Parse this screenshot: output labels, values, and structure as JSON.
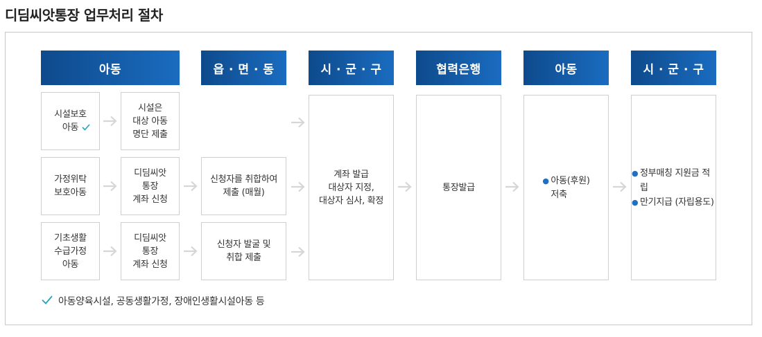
{
  "page_title": "디딤씨앗통장 업무처리 절차",
  "headers": [
    "아동",
    "읍 · 면 · 동",
    "시 · 군 · 구",
    "협력은행",
    "아동",
    "시 · 군 · 구"
  ],
  "col1": {
    "row1": "시설보호\n아동",
    "row2": "가정위탁\n보호아동",
    "row3": "기초생활\n수급가정\n아동"
  },
  "col2": {
    "row1": "시설은\n대상 아동\n명단 제출",
    "row2": "디딤씨앗\n통장\n계좌 신청",
    "row3": "디딤씨앗\n통장\n계좌 신청"
  },
  "col3": {
    "row2": "신청자를 취합하여\n제출 (매월)",
    "row3": "신청자 발굴 및\n취합 제출"
  },
  "col4": "계좌 발급\n대상자 지정,\n대상자 심사, 확정",
  "col5": "통장발급",
  "col6": {
    "bullet": "아동(후원)",
    "sub": "저축"
  },
  "col7": {
    "bullets": [
      "정부매칭 지원금 적립",
      "만기지급 (자립용도)"
    ]
  },
  "footnote": "아동양육시설, 공동생활가정, 장애인생활시설아동 등",
  "colors": {
    "header_start": "#0e4a8c",
    "header_end": "#1a6cc0",
    "check": "#27a3b8",
    "bullet": "#1f6fc2",
    "arrow": "#d6d6d6"
  }
}
